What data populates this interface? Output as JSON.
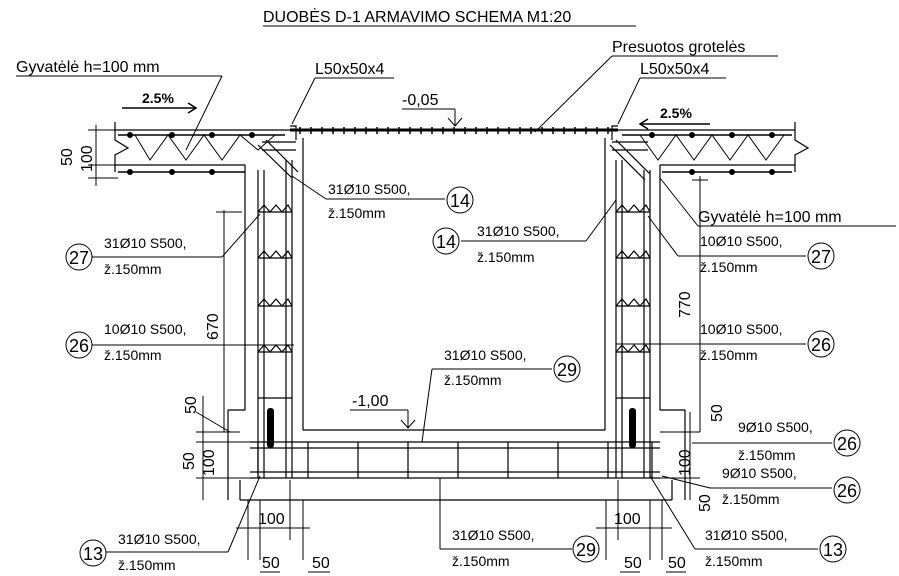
{
  "title": "DUOBĖS D-1 ARMAVIMO SCHEMA M1:20",
  "labels": {
    "gyvatele_left": "Gyvatėlė h=100 mm",
    "gyvatele_right": "Gyvatėlė h=100 mm",
    "angle_left": "L50x50x4",
    "angle_right": "L50x50x4",
    "grating": "Presuotos grotelės",
    "slope_left": "2.5%",
    "slope_right": "2.5%",
    "level_top": "-0,05",
    "level_bottom": "-1,00"
  },
  "dims": {
    "d50_top_left": "50",
    "d100_top_left": "100",
    "d670": "670",
    "d770": "770",
    "d50_left_mid": "50",
    "d50_left_low": "50",
    "d100_left_low": "100",
    "d50_right_mid": "50",
    "d100_right_low": "100",
    "d50_right_low": "50",
    "d100_bottom_left": "100",
    "d50_bottom_left_a": "50",
    "d50_bottom_left_b": "50",
    "d100_bottom_right": "100",
    "d50_bottom_right_a": "50",
    "d50_bottom_right_b": "50"
  },
  "rebar": {
    "c14a": {
      "line1": "31Ø10 S500,",
      "line2": "ž.150mm",
      "mark": "14"
    },
    "c14b": {
      "line1": "31Ø10 S500,",
      "line2": "ž.150mm",
      "mark": "14"
    },
    "c27_left": {
      "line1": "31Ø10 S500,",
      "line2": "ž.150mm",
      "mark": "27"
    },
    "c26_left": {
      "line1": "10Ø10 S500,",
      "line2": "ž.150mm",
      "mark": "26"
    },
    "c27_right": {
      "line1": "10Ø10 S500,",
      "line2": "ž.150mm",
      "mark": "27"
    },
    "c26_right": {
      "line1": "10Ø10 S500,",
      "line2": "ž.150mm",
      "mark": "26"
    },
    "c29_top": {
      "line1": "31Ø10 S500,",
      "line2": "ž.150mm",
      "mark": "29"
    },
    "c26_r2": {
      "line1": "9Ø10 S500,",
      "line2": "ž.150mm",
      "mark": "26"
    },
    "c26_r3": {
      "line1": "9Ø10 S500,",
      "line2": "ž.150mm",
      "mark": "26"
    },
    "c13_left": {
      "line1": "31Ø10 S500,",
      "line2": "ž.150mm",
      "mark": "13"
    },
    "c29_bottom": {
      "line1": "31Ø10 S500,",
      "line2": "ž.150mm",
      "mark": "29"
    },
    "c13_right": {
      "line1": "31Ø10 S500,",
      "line2": "ž.150mm",
      "mark": "13"
    }
  }
}
